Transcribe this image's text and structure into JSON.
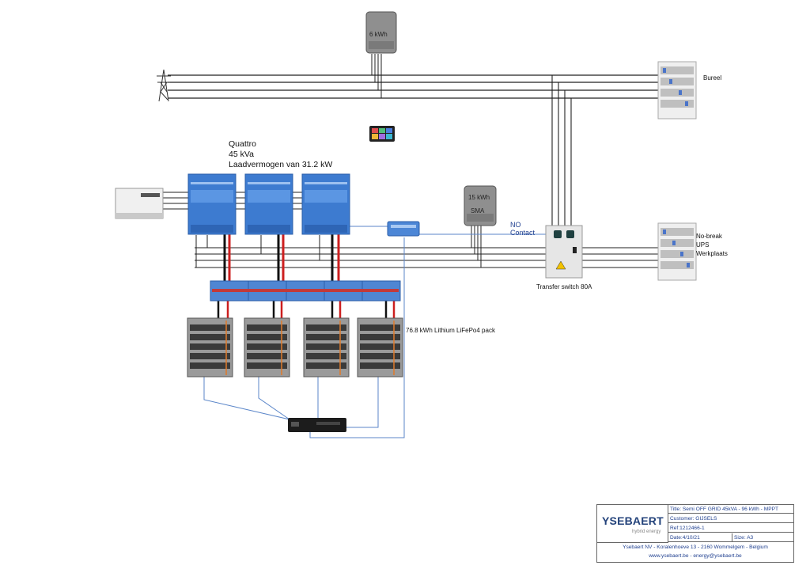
{
  "labels": {
    "meter_top": "6 kWh",
    "meter_sma_1": "15 kWh",
    "meter_sma_2": "SMA",
    "quattro_1": "Quattro",
    "quattro_2": "45 kVa",
    "quattro_3": "Laadvermogen van 31.2 kW",
    "no_contact_1": "NO",
    "no_contact_2": "Contact",
    "transfer_switch": "Transfer switch 80A",
    "battery_pack": "76.8 kWh Lithium LiFePo4 pack",
    "bureel": "Bureel",
    "panel2_1": "No-break",
    "panel2_2": "UPS",
    "panel2_3": "Werkplaats"
  },
  "title_block": {
    "logo": "YSEBAERT",
    "logo_sub": "hybrid energy",
    "title": "Title: Semi OFF GRID 45kVA - 96 kWh - MPPT",
    "customer": "Customer: GIJSELS",
    "ref": "Ref:1212466-1",
    "date": "Date:4/10/21",
    "size": "Size: A3",
    "address": "Ysebaert NV - Koralenhoeve 13 - 2160 Wommelgem - Belgium",
    "web": "www.ysebaert.be - energy@ysebaert.be"
  },
  "colors": {
    "inverter_blue": "#3d7bd0",
    "cable_red": "#cc1f1f",
    "cable_black": "#111111",
    "data_cable": "#5b86c9",
    "brand_blue": "#24437b"
  },
  "icons": {
    "pylon": "power-pylon-icon",
    "monitor": "color-control-display-icon"
  }
}
